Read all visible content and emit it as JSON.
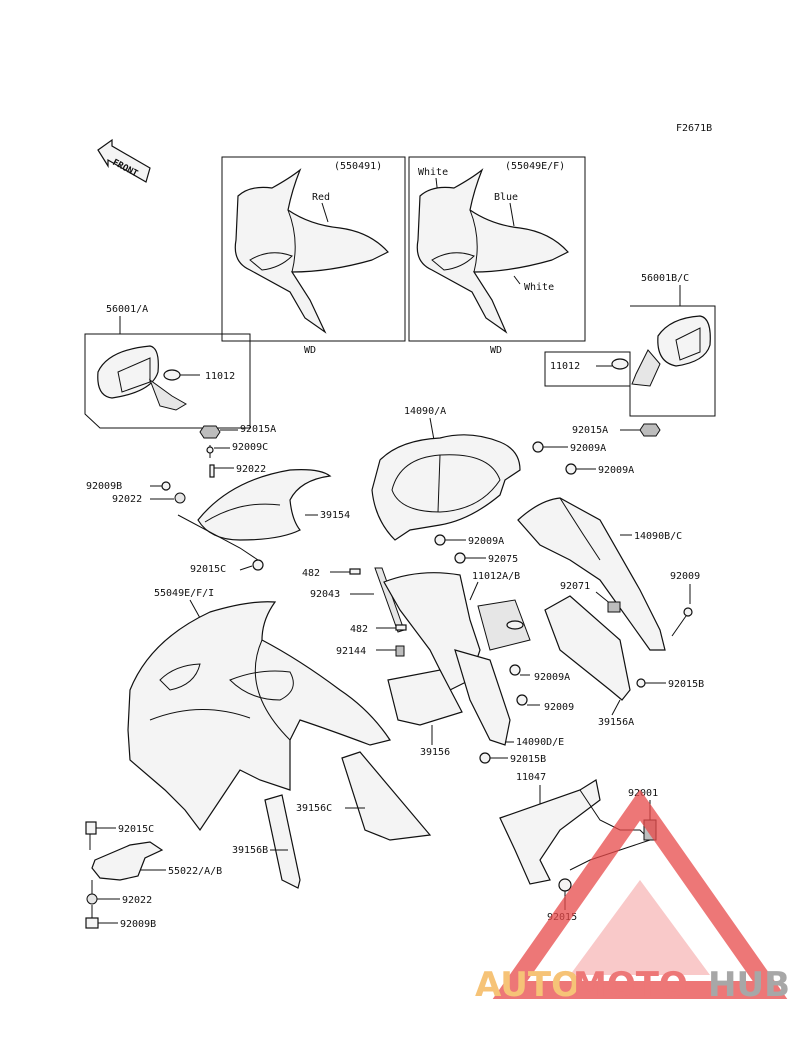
{
  "figure_code": "F2671B",
  "front_label": "FRONT",
  "inset_left": {
    "code": "(550491)",
    "color": "Red",
    "footer": "WD"
  },
  "inset_right": {
    "code": "(55049E/F)",
    "color_top": "White",
    "color_mid": "Blue",
    "color_low": "White",
    "footer": "WD"
  },
  "parts": {
    "p56001a": "56001/A",
    "p11012l": "11012",
    "p92015a_l": "92015A",
    "p92009c": "92009C",
    "p92022_t": "92022",
    "p92009b_l": "92009B",
    "p92022_l": "92022",
    "p39154": "39154",
    "p92015c_m": "92015C",
    "p14090a": "14090/A",
    "p92009a_1": "92009A",
    "p92009a_2": "92009A",
    "p56001bc": "56001B/C",
    "p11012r": "11012",
    "p92015a_r": "92015A",
    "p14090bc": "14090B/C",
    "p92009a_3": "92009A",
    "p92075": "92075",
    "p482_t": "482",
    "p92043": "92043",
    "p11012ab": "11012A/B",
    "p92071": "92071",
    "p92009_r": "92009",
    "p55049efi": "55049E/F/I",
    "p482_b": "482",
    "p92144": "92144",
    "p92009a_4": "92009A",
    "p92015b_r": "92015B",
    "p39156a": "39156A",
    "p92009_m": "92009",
    "p39156": "39156",
    "p14090de": "14090D/E",
    "p92015b_m": "92015B",
    "p11047": "11047",
    "p92001": "92001",
    "p39156c": "39156C",
    "p39156b": "39156B",
    "p92015c_l": "92015C",
    "p55022ab": "55022/A/B",
    "p92022_b": "92022",
    "p92009b_b": "92009B",
    "p92015_b": "92015"
  },
  "watermark": {
    "part1": "AUTO",
    "part2": "MOTO",
    "part3": "HUB"
  },
  "colors": {
    "line": "#111111",
    "wm_orange": "#f4b04a",
    "wm_red": "#e84a4a",
    "wm_gray": "#8a8a8a"
  }
}
